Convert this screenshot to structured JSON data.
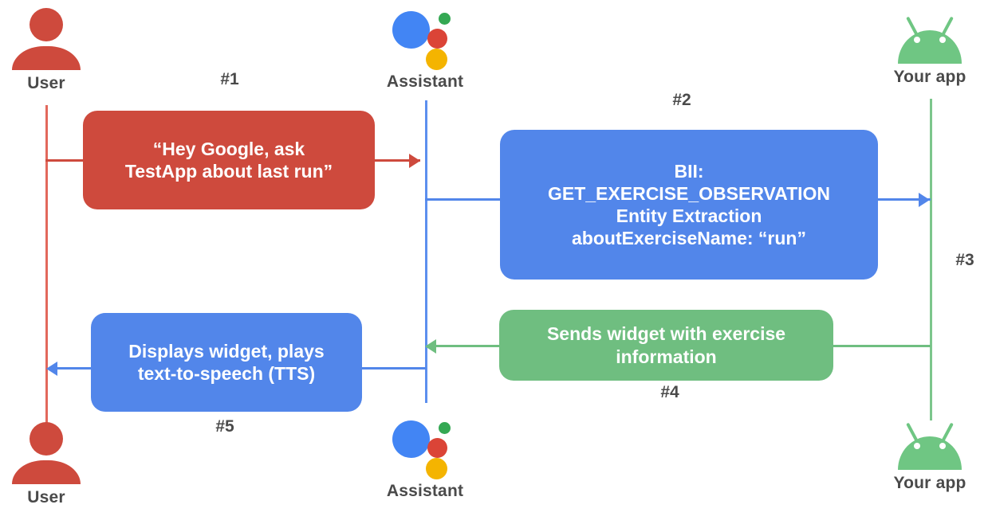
{
  "diagram": {
    "title": "Google Assistant App Actions sequence flow",
    "type": "sequence-diagram",
    "colors": {
      "user_red": "#CE4A3D",
      "assistant_blue": "#5286EA",
      "app_green": "#6FBE80",
      "label_gray": "#4a4a4a",
      "background": "#ffffff"
    }
  },
  "actors": {
    "top": [
      {
        "id": "user",
        "label": "User",
        "icon": "user-person-icon"
      },
      {
        "id": "assistant",
        "label": "Assistant",
        "icon": "google-assistant-icon"
      },
      {
        "id": "app",
        "label": "Your app",
        "icon": "android-robot-icon"
      }
    ],
    "bottom": [
      {
        "id": "user",
        "label": "User",
        "icon": "user-person-icon"
      },
      {
        "id": "assistant",
        "label": "Assistant",
        "icon": "google-assistant-icon"
      },
      {
        "id": "app",
        "label": "Your app",
        "icon": "android-robot-icon"
      }
    ]
  },
  "steps": [
    {
      "number": "#1",
      "from": "user",
      "to": "assistant",
      "color": "red",
      "text": "“Hey Google, ask\nTestApp about last run”"
    },
    {
      "number": "#2",
      "from": "assistant",
      "to": "app",
      "color": "blue",
      "text": "BII:\nGET_EXERCISE_OBSERVATION\nEntity Extraction\naboutExerciseName: “run”"
    },
    {
      "number": "#3",
      "from": "assistant",
      "to": "app",
      "color": "blue",
      "text": ""
    },
    {
      "number": "#4",
      "from": "app",
      "to": "assistant",
      "color": "green",
      "text": "Sends widget with exercise\ninformation"
    },
    {
      "number": "#5",
      "from": "assistant",
      "to": "user",
      "color": "blue",
      "text": "Displays widget, plays\ntext-to-speech (TTS)"
    }
  ]
}
